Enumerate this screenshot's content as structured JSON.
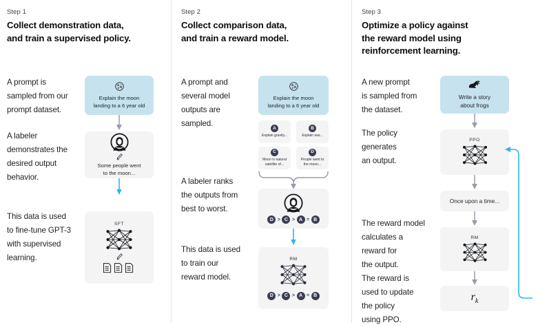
{
  "steps": [
    {
      "label": "Step 1",
      "title": "Collect demonstration data,\nand train a supervised policy.",
      "descriptions": [
        "A prompt is\nsampled from our\nprompt dataset.",
        "A labeler\ndemonstrates the\ndesired output\nbehavior.",
        "This data is used\nto fine-tune GPT-3\nwith supervised\nlearning."
      ],
      "prompt_box": {
        "text": "Explain the moon\nlanding to a 6 year old",
        "icon": "moon-icon"
      },
      "labeler_box": {
        "text": "Some people went\nto the moon...",
        "icons": [
          "labeler-icon",
          "pencil-icon"
        ]
      },
      "model_box": {
        "net_label": "SFT",
        "icons": [
          "neural-net-icon",
          "pencil-icon",
          "documents-icon"
        ]
      }
    },
    {
      "label": "Step 2",
      "title": "Collect comparison data,\nand train a reward model.",
      "descriptions": [
        "A prompt and\nseveral model\noutputs are\nsampled.",
        "A labeler ranks\nthe outputs from\nbest to worst.",
        "This data is used\nto train our\nreward model."
      ],
      "prompt_box": {
        "text": "Explain the moon\nlanding to a 6 year old",
        "icon": "moon-icon"
      },
      "options": [
        {
          "badge": "A",
          "text": "Explain gravity..."
        },
        {
          "badge": "B",
          "text": "Explain war..."
        },
        {
          "badge": "C",
          "text": "Moon is natural\nsatellite of..."
        },
        {
          "badge": "D",
          "text": "People went to\nthe moon..."
        }
      ],
      "labeler_box": {
        "icon": "labeler-icon",
        "ranking": [
          "D",
          ">",
          "C",
          ">",
          "A",
          "=",
          "B"
        ]
      },
      "model_box": {
        "net_label": "RM",
        "ranking": [
          "D",
          ">",
          "C",
          ">",
          "A",
          "=",
          "B"
        ]
      }
    },
    {
      "label": "Step 3",
      "title": "Optimize a policy against\nthe reward model using\nreinforcement learning.",
      "descriptions": [
        "A new prompt\nis sampled from\nthe dataset.",
        "The policy\ngenerates\nan output.",
        "The reward model\ncalculates a\nreward for\nthe output.",
        "The reward is\nused to update\nthe policy\nusing PPO."
      ],
      "prompt_box": {
        "text": "Write a story\nabout frogs",
        "icon": "frog-icon"
      },
      "policy_box": {
        "net_label": "PPO",
        "icon": "neural-net-icon"
      },
      "output_box": {
        "text": "Once upon a time..."
      },
      "reward_box": {
        "net_label": "RM",
        "icon": "neural-net-icon"
      },
      "reward_value_box": {
        "symbol": "r",
        "subscript": "k"
      }
    }
  ],
  "colors": {
    "prompt_blue": "#c6e2ef",
    "box_gray": "#f4f4f5",
    "arrow_gray": "#9a9aae",
    "arrow_blue": "#29b5ef",
    "badge_navy": "#3b3e52",
    "divider": "#e3e5e8"
  }
}
